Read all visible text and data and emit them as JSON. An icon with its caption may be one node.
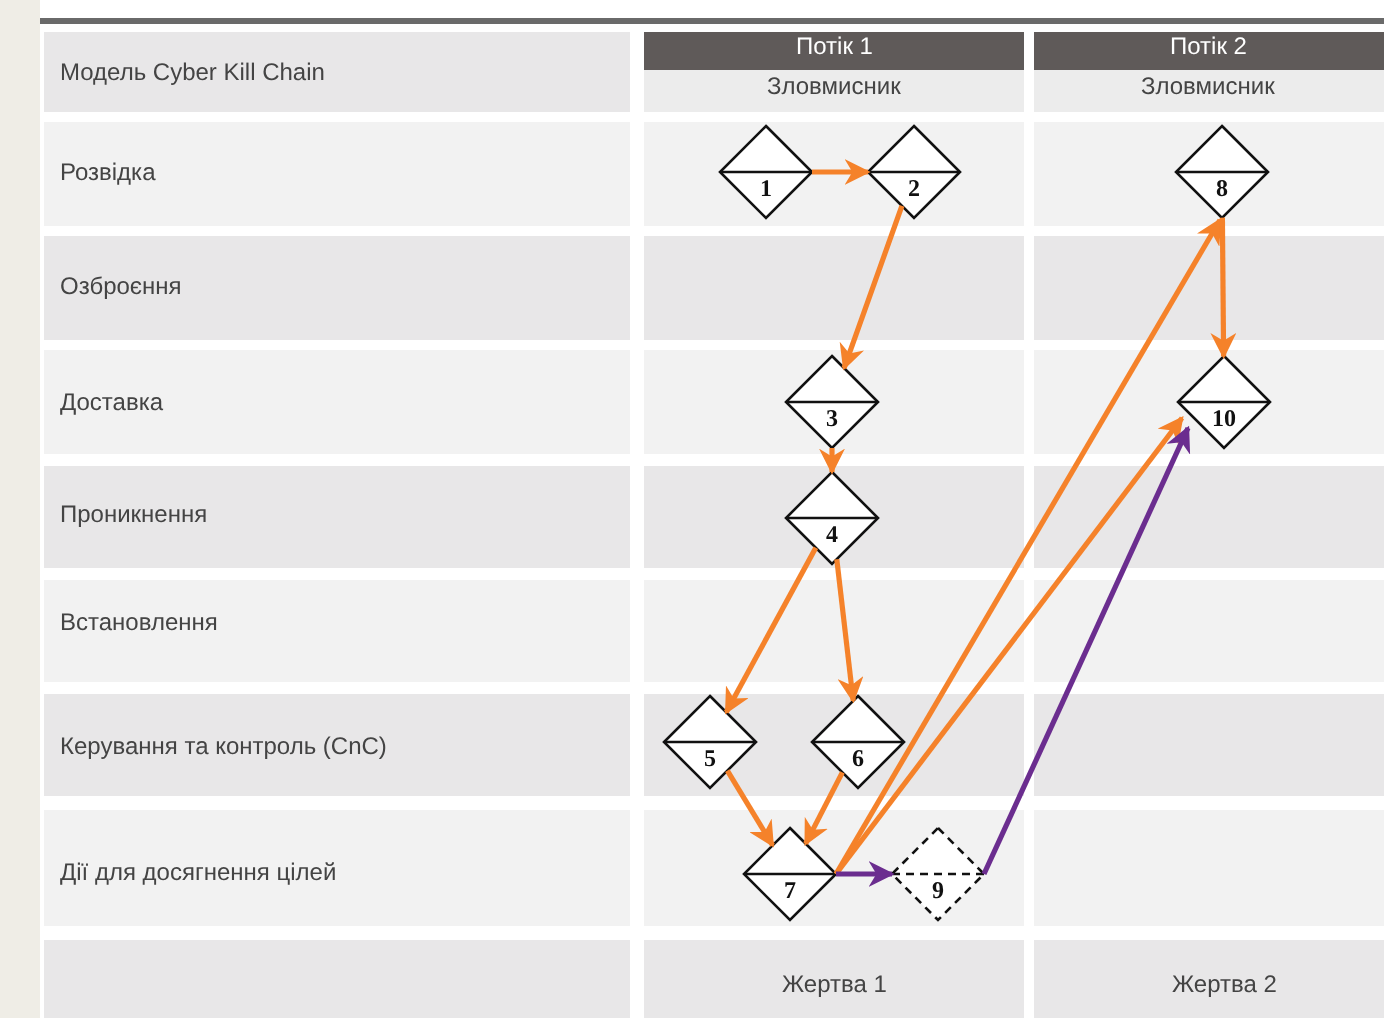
{
  "diagram": {
    "nodes": [
      {
        "text": [
          "1"
        ]
      },
      {
        "text": [
          "2"
        ]
      },
      {
        "text": [
          "3"
        ]
      },
      {
        "text": [
          "4"
        ]
      },
      {
        "text": [
          "5"
        ]
      },
      {
        "text": [
          "6"
        ]
      },
      {
        "text": [
          "7"
        ]
      },
      {
        "text": [
          "8"
        ]
      },
      {
        "text": [
          "9"
        ]
      },
      {
        "text": [
          "10"
        ]
      }
    ],
    "edges": [
      {
        "from": 0,
        "to": 1,
        "arrow": "to"
      },
      {
        "from": 1,
        "to": 2,
        "arrow": "to"
      },
      {
        "from": 2,
        "to": 3,
        "arrow": "to"
      },
      {
        "from": 3,
        "to": 4,
        "arrow": "to"
      },
      {
        "from": 3,
        "to": 5,
        "arrow": "to"
      },
      {
        "from": 4,
        "to": 6,
        "arrow": "to"
      },
      {
        "from": 5,
        "to": 6,
        "arrow": "to"
      },
      {
        "from": 6,
        "to": 7,
        "arrow": "to"
      },
      {
        "from": 6,
        "to": 9,
        "arrow": "to"
      },
      {
        "from": 6,
        "to": 8,
        "arrow": "to",
        "color": "#6b2d8f"
      },
      {
        "from": 8,
        "to": 9,
        "arrow": "to",
        "color": "#6b2d8f"
      },
      {
        "from": 7,
        "to": 9,
        "arrow": "to"
      }
    ],
    "labels": [
      "Модель Cyber Kill Chain",
      "Потік 1",
      "Потік 2",
      "Зловмисник",
      "Зловмисник",
      "Розвідка",
      "Озброєння",
      "Доставка",
      "Проникнення",
      "Встановлення",
      "Керування та контроль (CnC)",
      "Дії для досягнення цілей",
      "Жертва 1",
      "Жертва 2"
    ]
  }
}
